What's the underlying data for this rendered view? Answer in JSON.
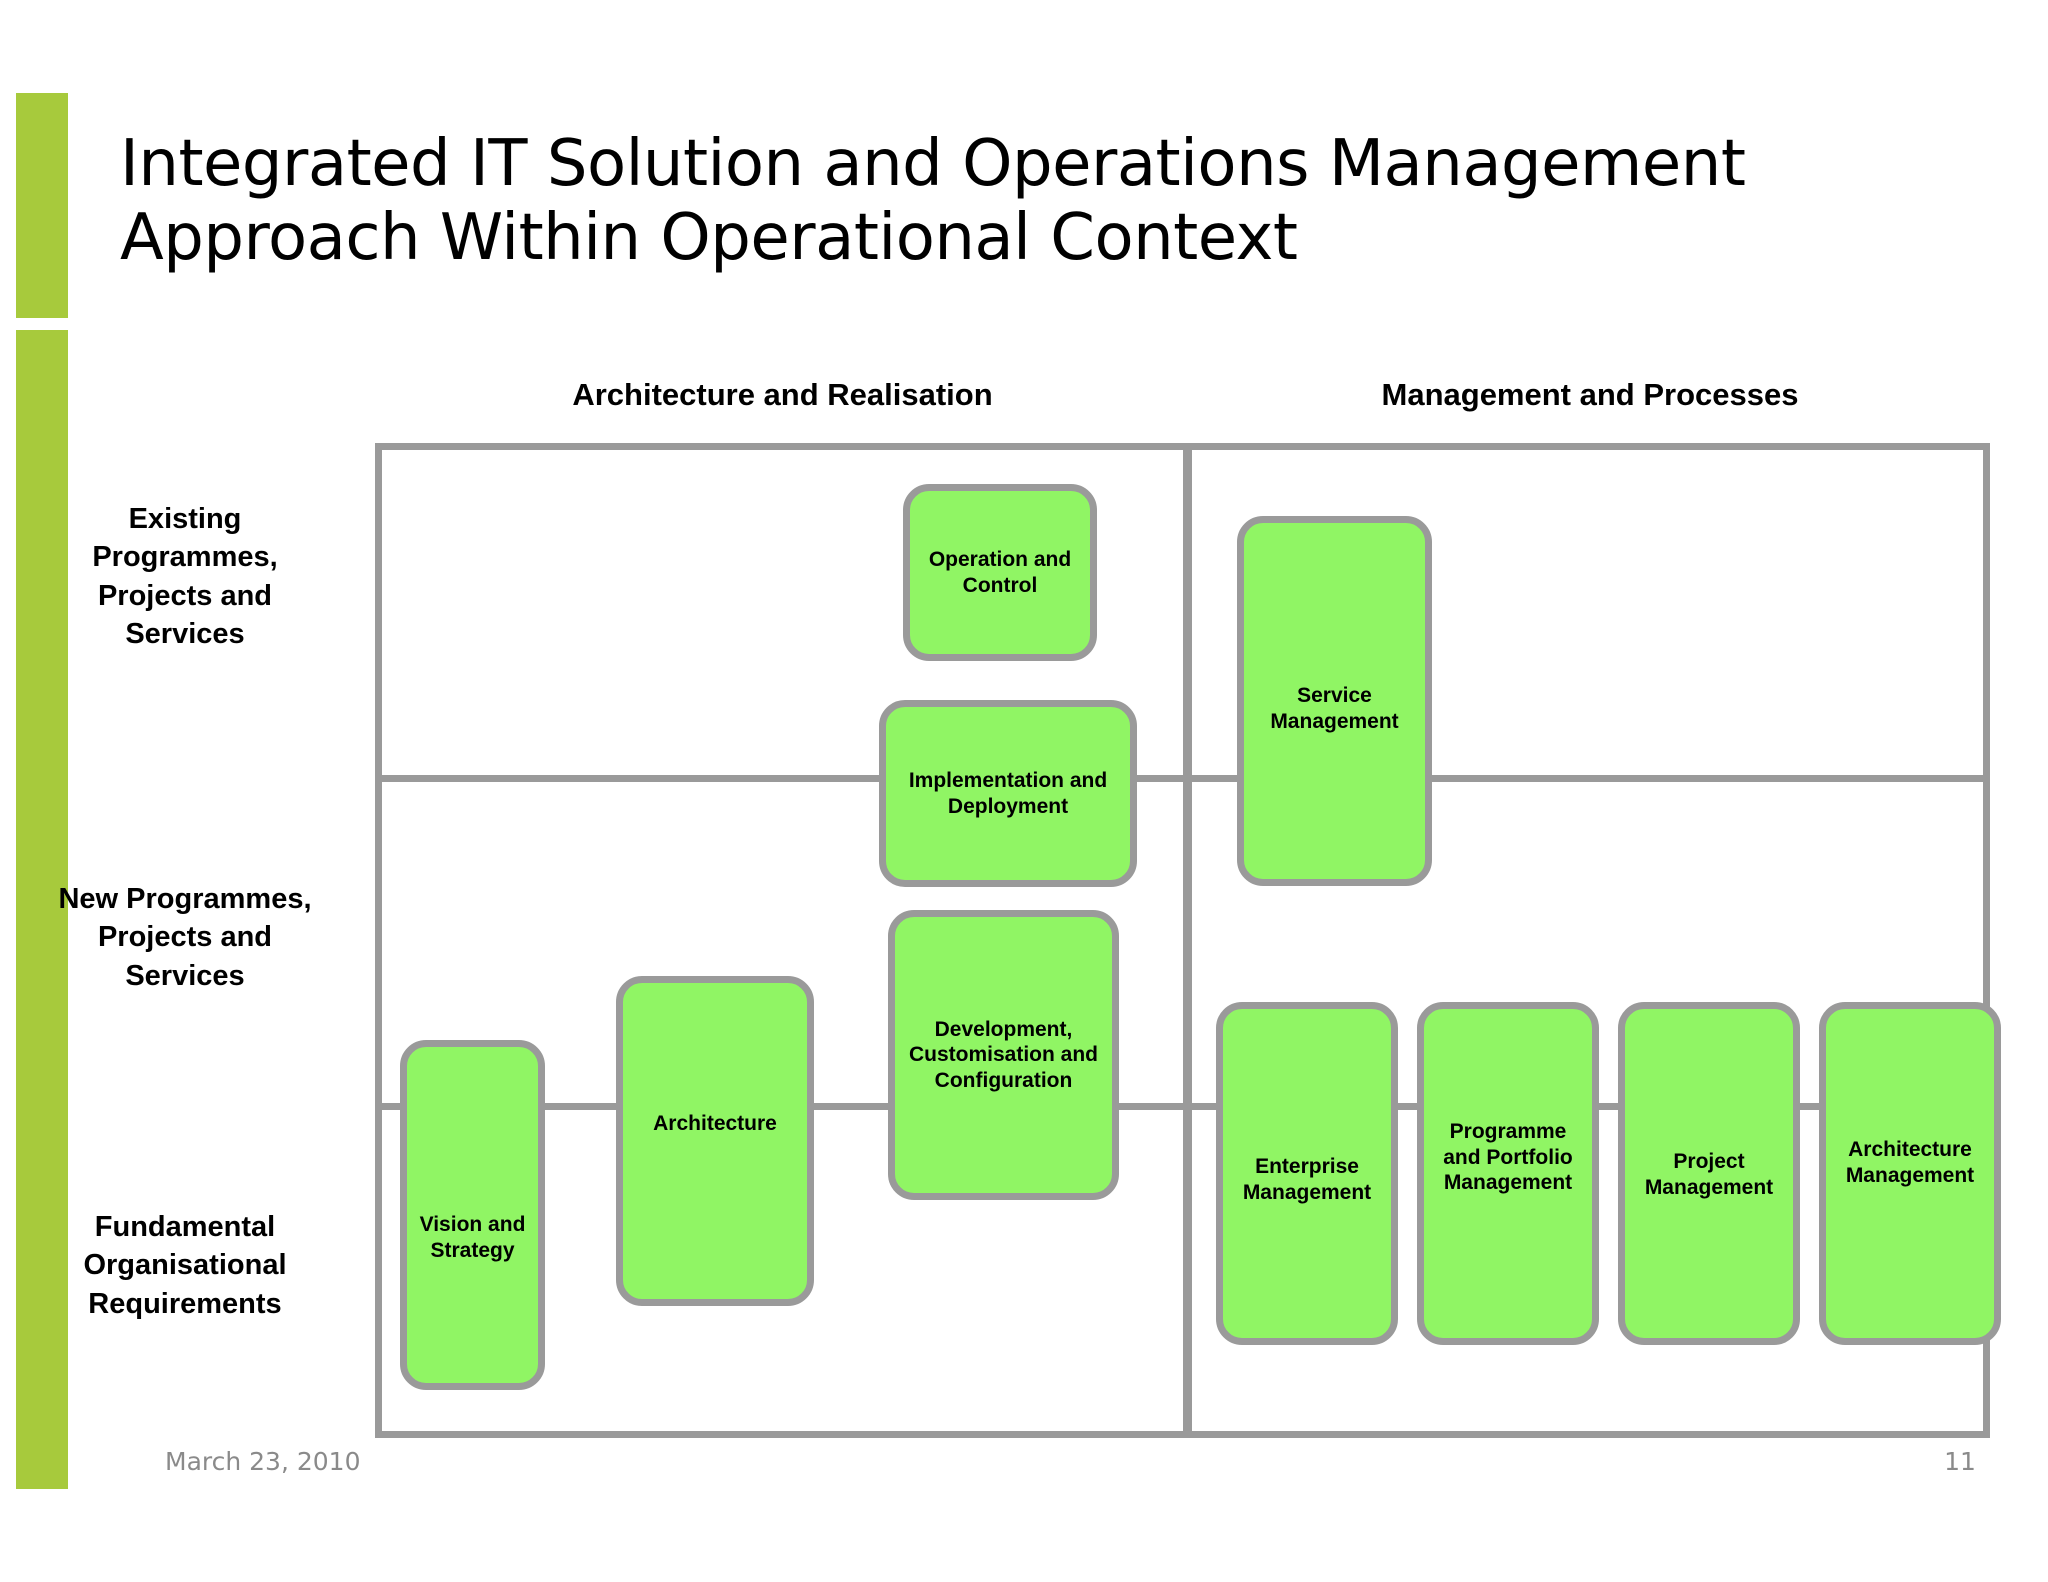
{
  "slide": {
    "title_line1": "Integrated IT Solution and Operations Management",
    "title_line2": "Approach Within Operational Context",
    "accent_color": "#A7CA3C",
    "box_fill_color": "#90F564",
    "box_border_color": "#9A9A9A"
  },
  "columns": [
    {
      "id": "architecture-and-realisation",
      "label": "Architecture and Realisation"
    },
    {
      "id": "management-and-processes",
      "label": "Management and Processes"
    }
  ],
  "rows": [
    {
      "id": "existing",
      "label": "Existing Programmes, Projects and Services"
    },
    {
      "id": "new",
      "label": "New Programmes, Projects and Services"
    },
    {
      "id": "fundamental",
      "label": "Fundamental Organisational Requirements"
    }
  ],
  "boxes": {
    "left_column": [
      {
        "id": "operation-control",
        "label": "Operation and Control"
      },
      {
        "id": "implementation-deployment",
        "label": "Implementation and Deployment"
      },
      {
        "id": "development",
        "label": "Development, Customisation and Configuration"
      },
      {
        "id": "architecture",
        "label": "Architecture"
      },
      {
        "id": "vision-strategy",
        "label": "Vision and Strategy"
      }
    ],
    "right_column": [
      {
        "id": "service-management",
        "label": "Service Management"
      },
      {
        "id": "enterprise-management",
        "label": "Enterprise Management"
      },
      {
        "id": "programme-portfolio",
        "label": "Programme and Portfolio Management"
      },
      {
        "id": "project-management",
        "label": "Project Management"
      },
      {
        "id": "architecture-management",
        "label": "Architecture Management"
      }
    ]
  },
  "footer": {
    "date": "March 23, 2010",
    "page_number": "11"
  }
}
